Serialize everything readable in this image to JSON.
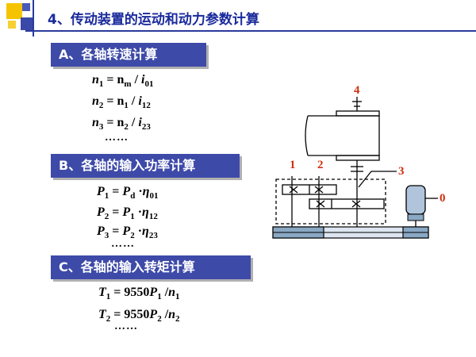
{
  "title": "4、传动装置的运动和动力参数计算",
  "sections": {
    "A": {
      "heading": "A、各轴转速计算",
      "formulas": [
        {
          "sym": "n",
          "sub": "1",
          "eq": " = n",
          "eq_sub": "m",
          "op": " / ",
          "div": "i",
          "div_sub": "01"
        },
        {
          "sym": "n",
          "sub": "2",
          "eq": " = n",
          "eq_sub": "1",
          "op": " / ",
          "div": "i",
          "div_sub": "12"
        },
        {
          "sym": "n",
          "sub": "3",
          "eq": " = n",
          "eq_sub": "2",
          "op": " / ",
          "div": "i",
          "div_sub": "23"
        }
      ],
      "ellipsis": "……"
    },
    "B": {
      "heading": "B、各轴的输入功率计算",
      "formulas": [
        {
          "sym": "P",
          "sub": "1",
          "eq": " = ",
          "rhs": "P",
          "rhs_sub": "d",
          "op": " ·",
          "eta": "η",
          "eta_sub": "01"
        },
        {
          "sym": "P",
          "sub": "2",
          "eq": " = ",
          "rhs": "P",
          "rhs_sub": "1",
          "op": " ·",
          "eta": "η",
          "eta_sub": "12"
        },
        {
          "sym": "P",
          "sub": "3",
          "eq": " = ",
          "rhs": "P",
          "rhs_sub": "2",
          "op": " ·",
          "eta": "η",
          "eta_sub": "23"
        }
      ],
      "ellipsis": "……"
    },
    "C": {
      "heading": "C、各轴的输入转矩计算",
      "formulas": [
        {
          "sym": "T",
          "sub": "1",
          "eq": " = 9550",
          "rhs": "P",
          "rhs_sub": "1",
          "op": " /",
          "div": "n",
          "div_sub": "1"
        },
        {
          "sym": "T",
          "sub": "2",
          "eq": " = 9550",
          "rhs": "P",
          "rhs_sub": "2",
          "op": " /",
          "div": "n",
          "div_sub": "2"
        }
      ],
      "ellipsis": "……"
    }
  },
  "diagram": {
    "labels": {
      "shaft4": "4",
      "shaft1": "1",
      "shaft2": "2",
      "shaft3": "3",
      "motor0": "0"
    },
    "colors": {
      "body": "#000000",
      "belt": "#8aa8c4",
      "motor": "#b0c4dc",
      "label": "#d03010"
    }
  }
}
